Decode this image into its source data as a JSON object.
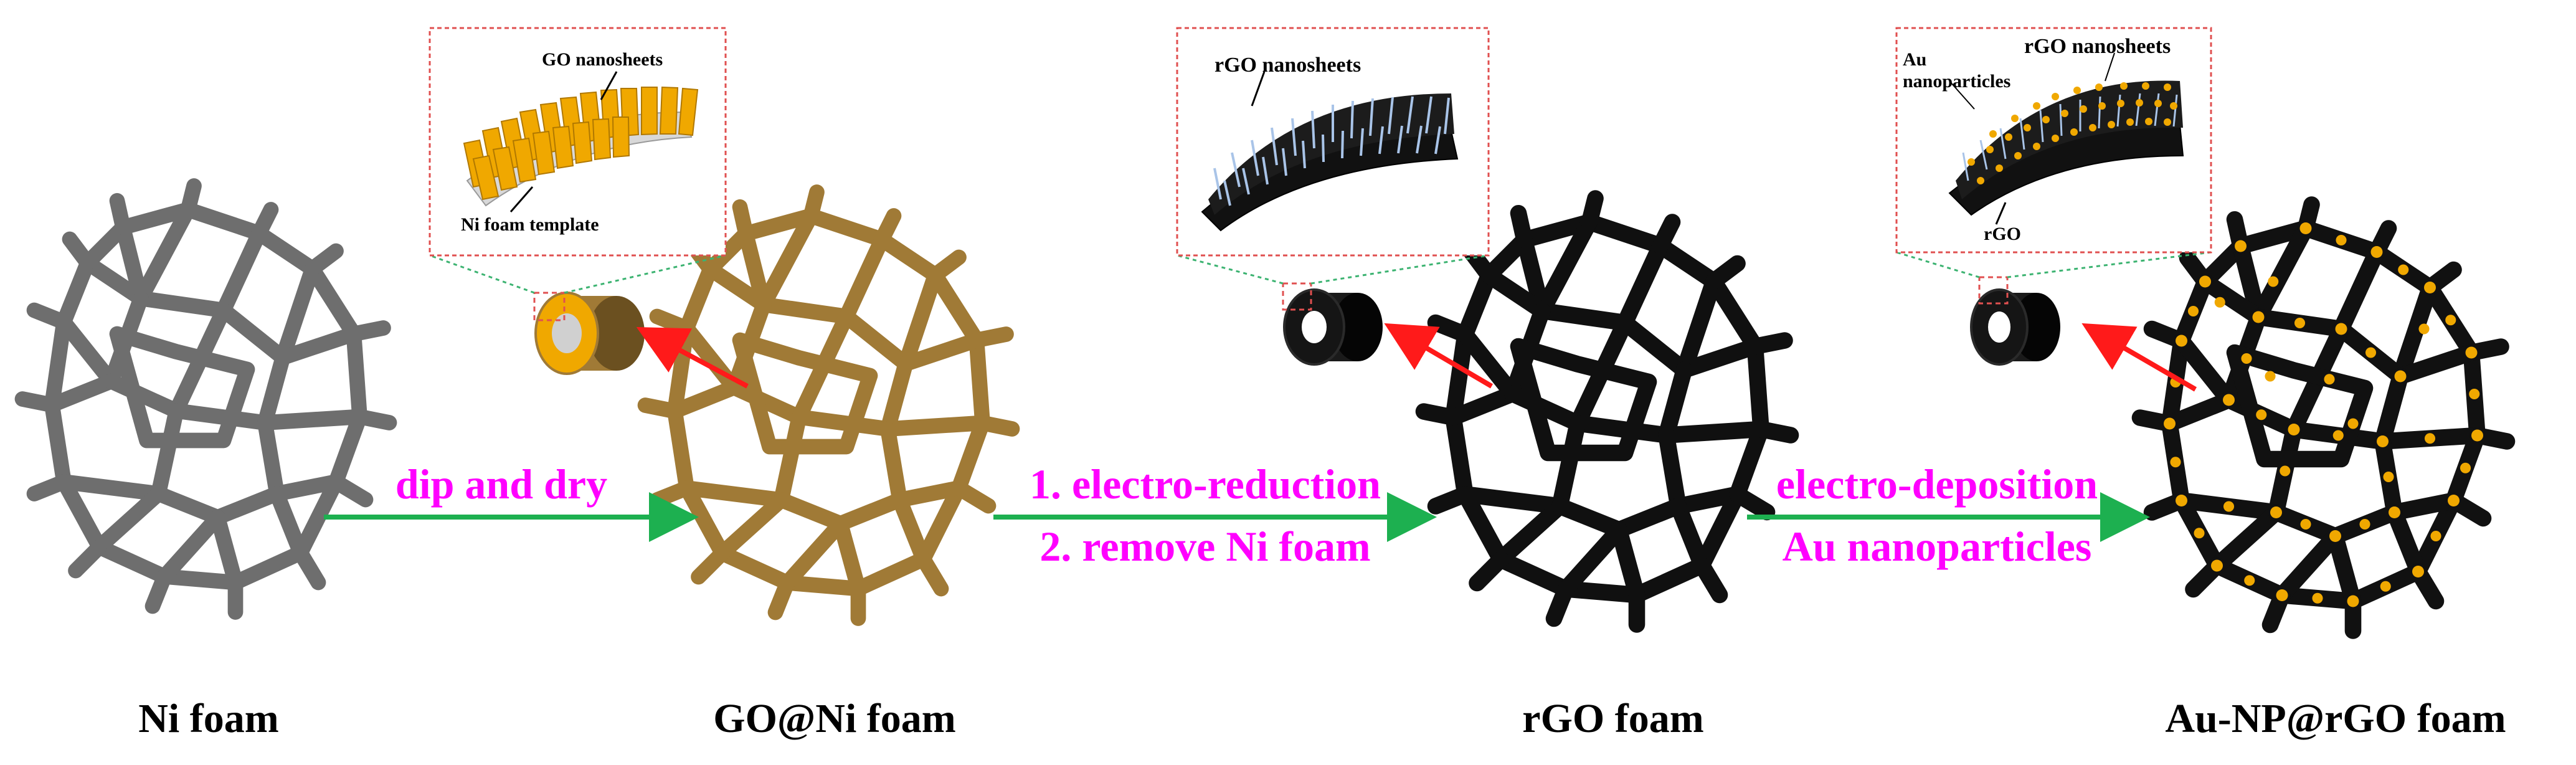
{
  "stages": {
    "ni_foam": "Ni foam",
    "go_ni_foam": "GO@Ni foam",
    "rgo_foam": "rGO foam",
    "au_rgo_foam": "Au-NP@rGO foam"
  },
  "steps": {
    "step1": "dip and dry",
    "step2_line1": "1. electro-reduction",
    "step2_line2": "2. remove Ni foam",
    "step3_line1": "electro-deposition",
    "step3_line2": "Au nanoparticles"
  },
  "insets": {
    "go": {
      "nanosheets": "GO nanosheets",
      "template": "Ni foam template"
    },
    "rgo": {
      "nanosheets": "rGO nanosheets"
    },
    "au": {
      "nanosheets": "rGO nanosheets",
      "au_line1": "Au",
      "au_line2": "nanoparticles",
      "rgo": "rGO"
    }
  },
  "colors": {
    "ni": "#6e6e6e",
    "go": "#a07a36",
    "rgo": "#101010",
    "gold": "#f0a800",
    "process_arrow": "#1db050",
    "zoom_arrow": "#ff1a1a",
    "step_text": "#ff00ff",
    "inset_border": "#e05050"
  }
}
